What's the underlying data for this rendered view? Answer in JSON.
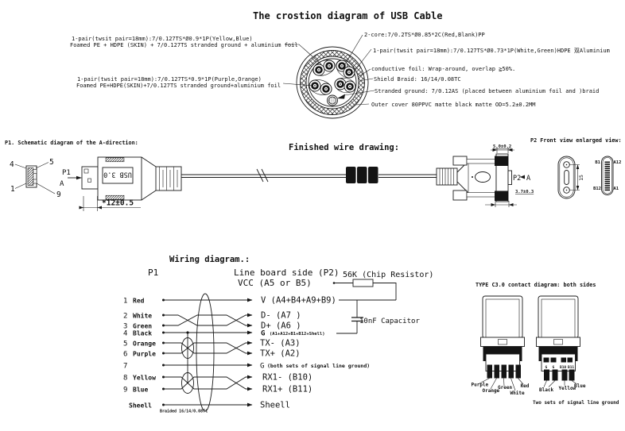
{
  "title": "The crostion diagram of USB Cable",
  "cross_section": {
    "labels_left": [
      {
        "line1": "1-pair(twsit pair=18mm):7/0.127TS*Ø0.9*1P(Yellow,Blue)",
        "line2": "Foamed PE + HDPE (SKIN) + 7/0.127TS stranded ground + aluminium foil"
      },
      {
        "line1": "1-pair(twsit pair=18mm):7/0.127TS*0.9*1P(Purple,Orange)",
        "line2": "Foamed PE+HDPE(SKIN)+7/0.127TS stranded ground+aluminium foil"
      }
    ],
    "labels_right": [
      "2-core:7/0.2TS*Ø0.85*2C(Red,Blank)PP",
      "1-pair(twsit pair=18mm):7/0.127TS*Ø0.73*1P(White,Green)HDPE 双Aluminium",
      "conductive foil: Wrap-around, overlap ≧50%.",
      "Shield Braid: 16/14/0.08TC",
      "Stranded ground: 7/0.12AS (placed between aluminium foil and )braid",
      "Outer cover 80PPVC matte black matte OD=5.2±0.2MM"
    ]
  },
  "p1_section": {
    "title": "P1. Schematic diagram of the A-direction:",
    "pin_tl": "4",
    "pin_tr": "5",
    "pin_bl": "1",
    "pin_br": "9",
    "label": "P1",
    "direction": "A",
    "usb_text": "USB 3.0",
    "dimension": "*12±0.5"
  },
  "finished_wire": {
    "title": "Finished wire drawing:"
  },
  "p2_back": {
    "dim_top": "5.0±0.2",
    "label": "P2",
    "direction": "A",
    "dim_bottom": "3.7±0.3"
  },
  "p2_front": {
    "title": "P2 Front view enlarged view:",
    "dim_height": "15",
    "pin_tl": "B1",
    "pin_tr": "A12",
    "pin_bl": "B12",
    "pin_br": "A1"
  },
  "wiring": {
    "title": "Wiring diagram.:",
    "p1_header": "P1",
    "p2_header": "Line board side (P2)",
    "vcc": "VCC (A5 or B5)",
    "resistor": "56K (Chip Resistor)",
    "capacitor": "10nF Capacitor",
    "braid": "Braided 16/14/0.08TC",
    "rows": [
      {
        "num": "1",
        "color": "Red",
        "signal": "V (A4+B4+A9+B9)"
      },
      {
        "num": "2",
        "color": "White",
        "signal": "D- (A7 )"
      },
      {
        "num": "3",
        "color": "Green",
        "signal": "D+ (A6 )"
      },
      {
        "num": "4",
        "color": "Black",
        "signal": "G",
        "note": "(A1+A12+B1+B12+Shell)"
      },
      {
        "num": "5",
        "color": "Orange",
        "signal": "TX- (A3)"
      },
      {
        "num": "6",
        "color": "Purple",
        "signal": "TX+ (A2)"
      },
      {
        "num": "7",
        "color": "",
        "signal": "G",
        "note": "(both sets of signal line ground)"
      },
      {
        "num": "8",
        "color": "Yellow",
        "signal": "RX1- (B10)"
      },
      {
        "num": "9",
        "color": "Blue",
        "signal": "RX1+ (B11)"
      },
      {
        "num": "",
        "color": "Sheell",
        "signal": "Sheell"
      }
    ]
  },
  "typec": {
    "title": "TYPE C3.0 contact diagram: both sides",
    "pins_left": [
      "Purple",
      "Orange",
      "Green",
      "White",
      "Red"
    ],
    "marks": [
      "G",
      "G",
      "B10",
      "B11"
    ],
    "pins_right": [
      "Black",
      "Yellow",
      "Blue"
    ],
    "note": "Two sets of signal line ground"
  }
}
